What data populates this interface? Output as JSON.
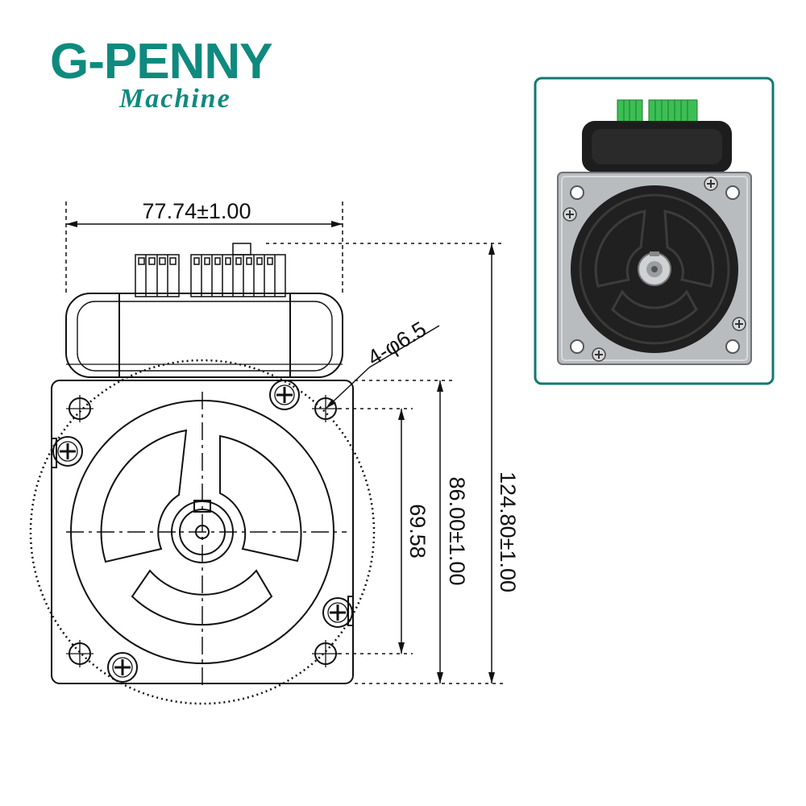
{
  "brand": {
    "name": "G-PENNY",
    "tagline": "Machine",
    "color": "#0f8a7e"
  },
  "dimensions": {
    "body_depth": "77.74±1.00",
    "mounting_holes": "4-φ6.5",
    "hole_spacing": "69.58",
    "flange_size": "86.00±1.00",
    "overall_height": "124.80±1.00"
  },
  "photo_inset": {
    "border_color": "#0f7a70",
    "connector_color": "#3bbf53"
  }
}
